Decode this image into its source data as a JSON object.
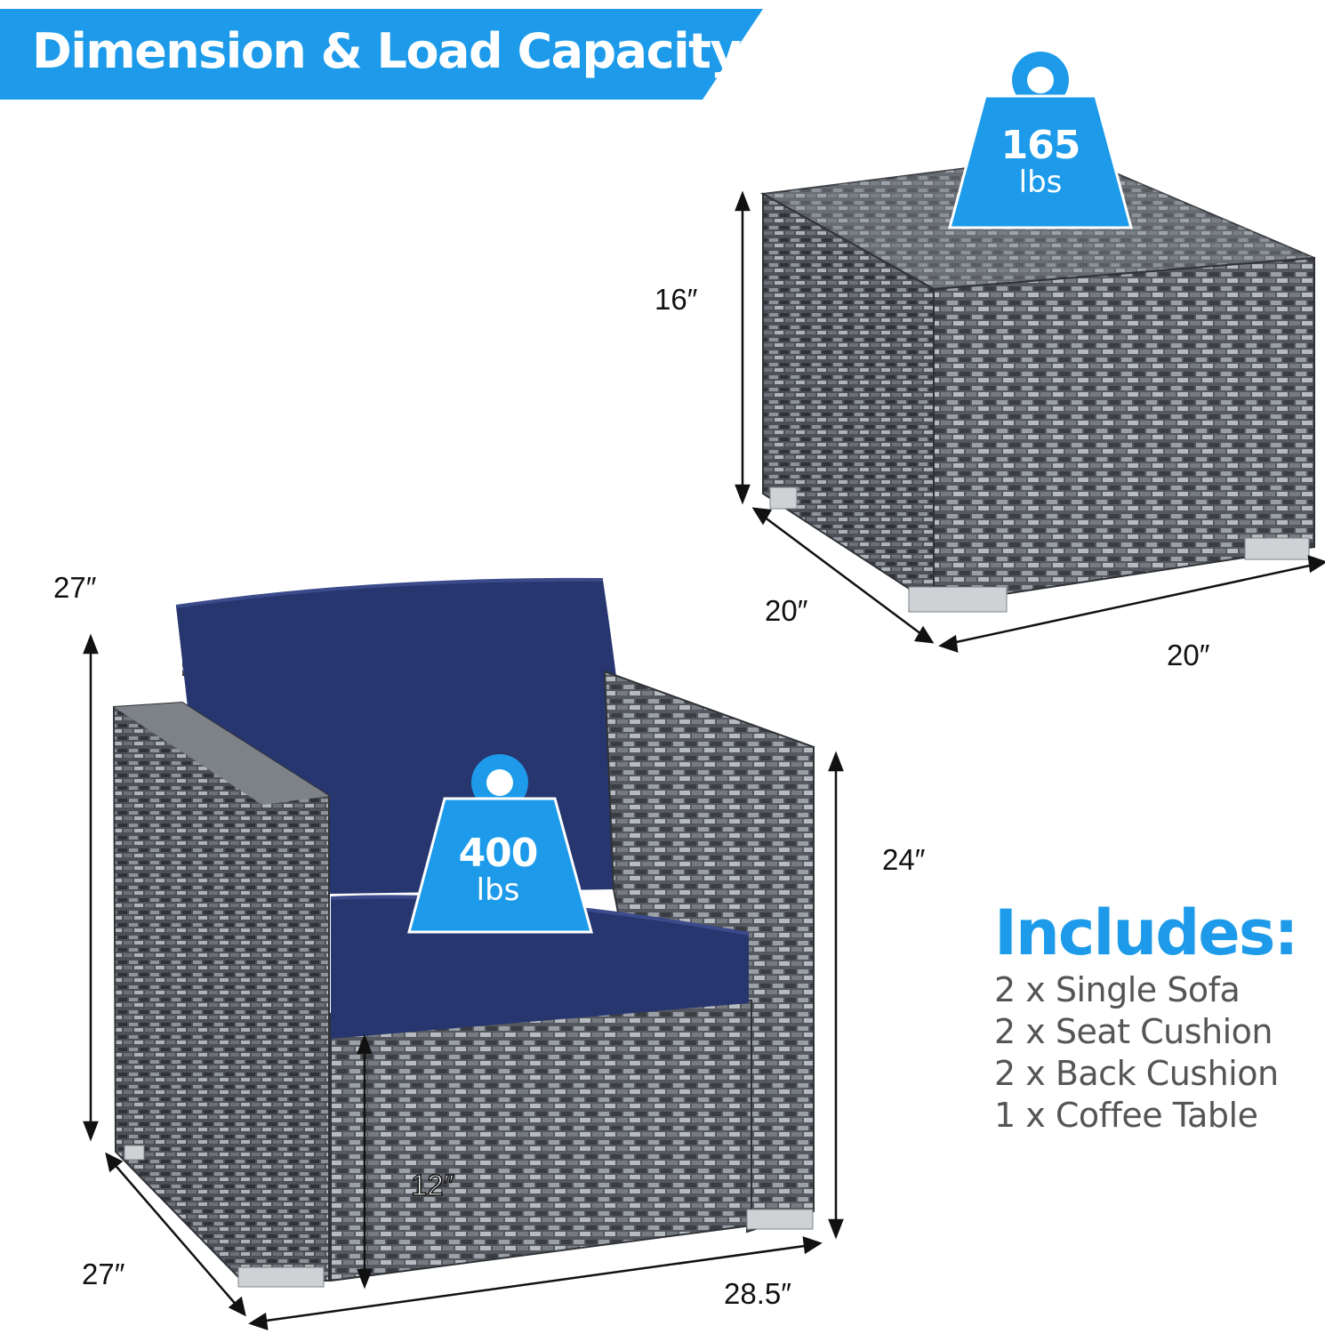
{
  "banner": {
    "title": "Dimension & Load Capacity",
    "color": "#1d9bea"
  },
  "table": {
    "height": "16″",
    "depth": "20″",
    "width": "20″",
    "load": {
      "value": "165",
      "unit": "lbs"
    }
  },
  "sofa": {
    "height": "27″",
    "arm_height": "24″",
    "seat_height": "12″",
    "depth": "27″",
    "width": "28.5″",
    "load": {
      "value": "400",
      "unit": "lbs"
    }
  },
  "includes": {
    "title": "Includes:",
    "items": [
      "2 x Single Sofa",
      "2 x Seat Cushion",
      "2 x Back Cushion",
      "1 x Coffee Table"
    ]
  },
  "colors": {
    "accent": "#1d9bea",
    "rattan": "#5f6268",
    "cushion": "#27366f"
  }
}
